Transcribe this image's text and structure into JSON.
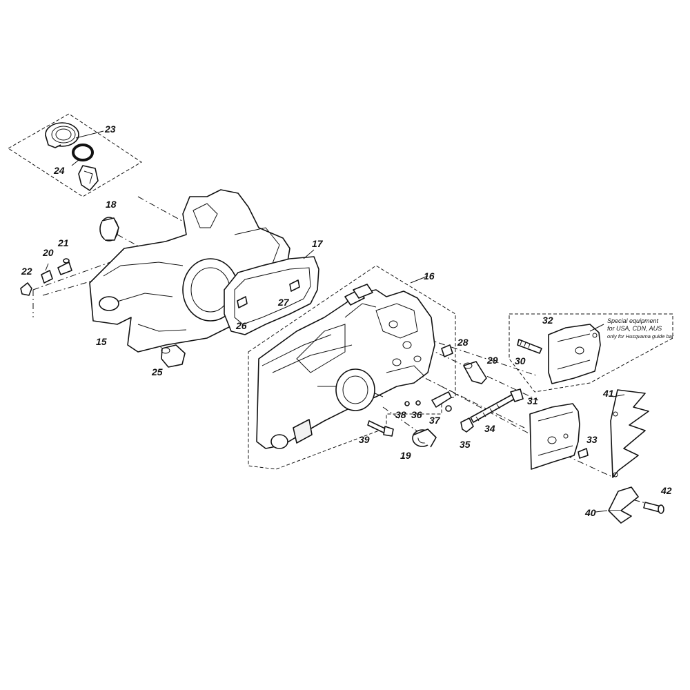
{
  "callouts": {
    "c15": "15",
    "c16": "16",
    "c17": "17",
    "c18": "18",
    "c19": "19",
    "c20": "20",
    "c21": "21",
    "c22": "22",
    "c23": "23",
    "c24": "24",
    "c25": "25",
    "c26": "26",
    "c27": "27",
    "c28": "28",
    "c29": "29",
    "c30": "30",
    "c31": "31",
    "c32": "32",
    "c33": "33",
    "c34": "34",
    "c35": "35",
    "c36": "36",
    "c37": "37",
    "c38": "38",
    "c39": "39",
    "c40": "40",
    "c41": "41",
    "c42": "42"
  },
  "note": {
    "line1": "Special equipment",
    "line2": "for USA, CDN, AUS",
    "line3": "only for Husqvarna guide bar"
  }
}
